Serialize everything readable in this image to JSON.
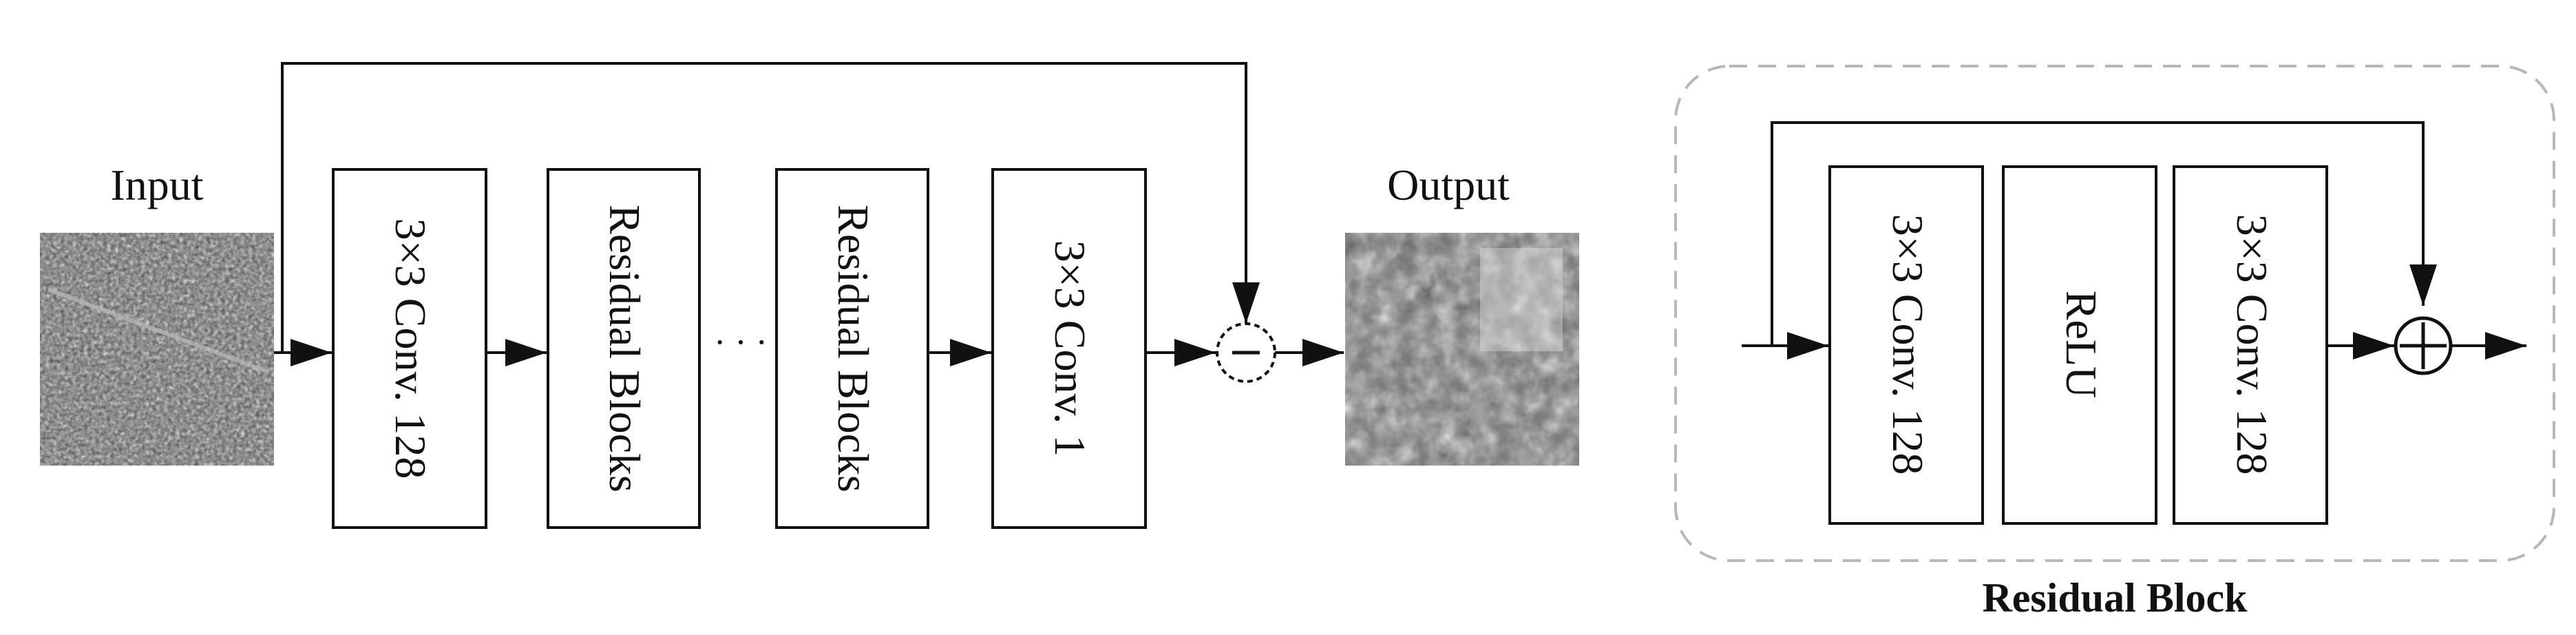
{
  "input_label": "Input",
  "output_label": "Output",
  "main_blocks": [
    "3×3 Conv. 128",
    "Residual Blocks",
    "Residual Blocks",
    "3×3 Conv. 1"
  ],
  "ellipsis": "· · ·",
  "subtract_symbol": "−",
  "residual_block": {
    "title": "Residual Block",
    "blocks": [
      "3×3 Conv. 128",
      "ReLU",
      "3×3 Conv. 128"
    ],
    "add_symbol": "+"
  }
}
